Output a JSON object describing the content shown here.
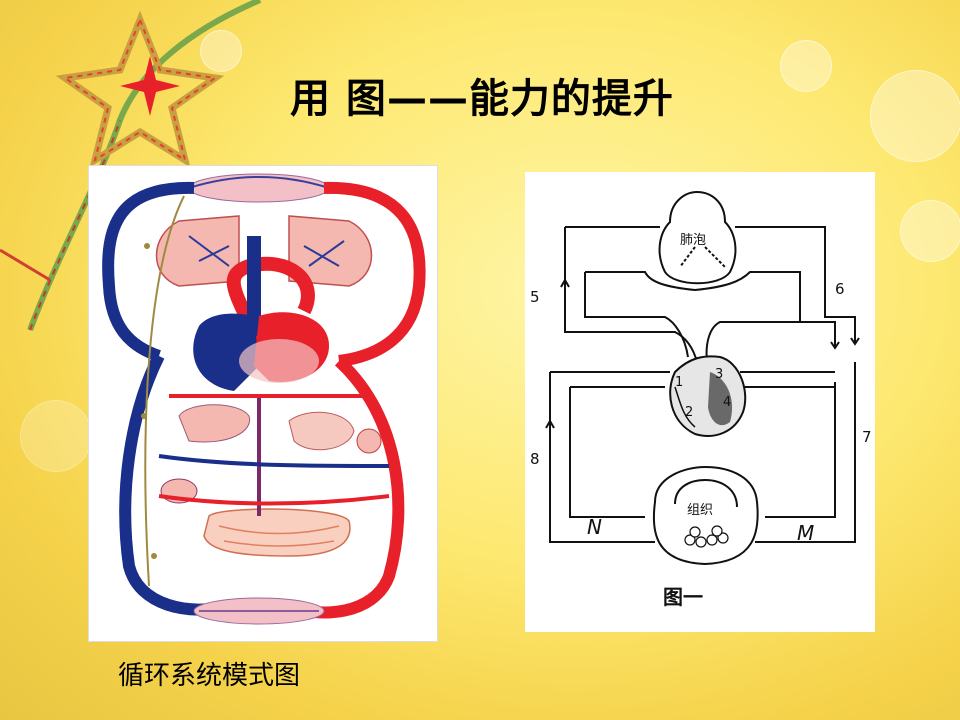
{
  "slide": {
    "title_part1": "用  图",
    "title_dash": "——",
    "title_part2": "能力的提升",
    "caption": "循环系统模式图"
  },
  "diagram": {
    "top_bulb_label": "肺泡",
    "bottom_bulb_label": "组织",
    "left_top_label": "5",
    "right_top_label": "6",
    "right_bottom_label": "7",
    "left_bottom_label": "8",
    "heart_chamber_1": "1",
    "heart_chamber_2": "2",
    "heart_chamber_3": "3",
    "heart_chamber_4": "4",
    "letter_n": "N",
    "letter_m": "M",
    "figure_label": "图一"
  },
  "colors": {
    "artery": "#e8202a",
    "vein": "#1a2f8a"
  }
}
